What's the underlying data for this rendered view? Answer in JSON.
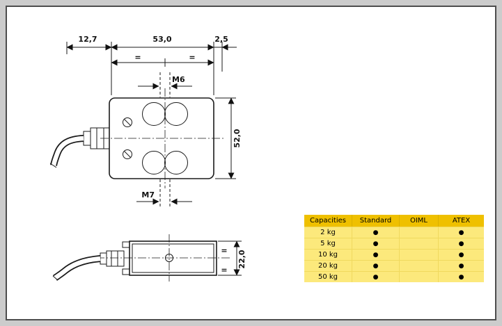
{
  "page": {
    "background": "#cccccc",
    "panel_background": "#ffffff",
    "panel_border": "#4d4d4d"
  },
  "front_view": {
    "dim_gland_length": "12,7",
    "dim_body_width": "53,0",
    "dim_edge_offset": "2,5",
    "equal_left": "=",
    "equal_right": "=",
    "thread_top": "M6",
    "dim_body_height": "52,0",
    "thread_bottom": "M7"
  },
  "side_view": {
    "dim_body_height": "22,0",
    "equal_top": "=",
    "equal_bottom": "="
  },
  "capacity_table": {
    "headers": [
      "Capacities",
      "Standard",
      "OIML",
      "ATEX"
    ],
    "rows": [
      [
        "2 kg",
        "●",
        "",
        "●"
      ],
      [
        "5 kg",
        "●",
        "",
        "●"
      ],
      [
        "10 kg",
        "●",
        "",
        "●"
      ],
      [
        "20 kg",
        "●",
        "",
        "●"
      ],
      [
        "50 kg",
        "●",
        "",
        "●"
      ]
    ],
    "colors": {
      "header_background": "#efc000",
      "row_background": "#fce97c"
    }
  }
}
